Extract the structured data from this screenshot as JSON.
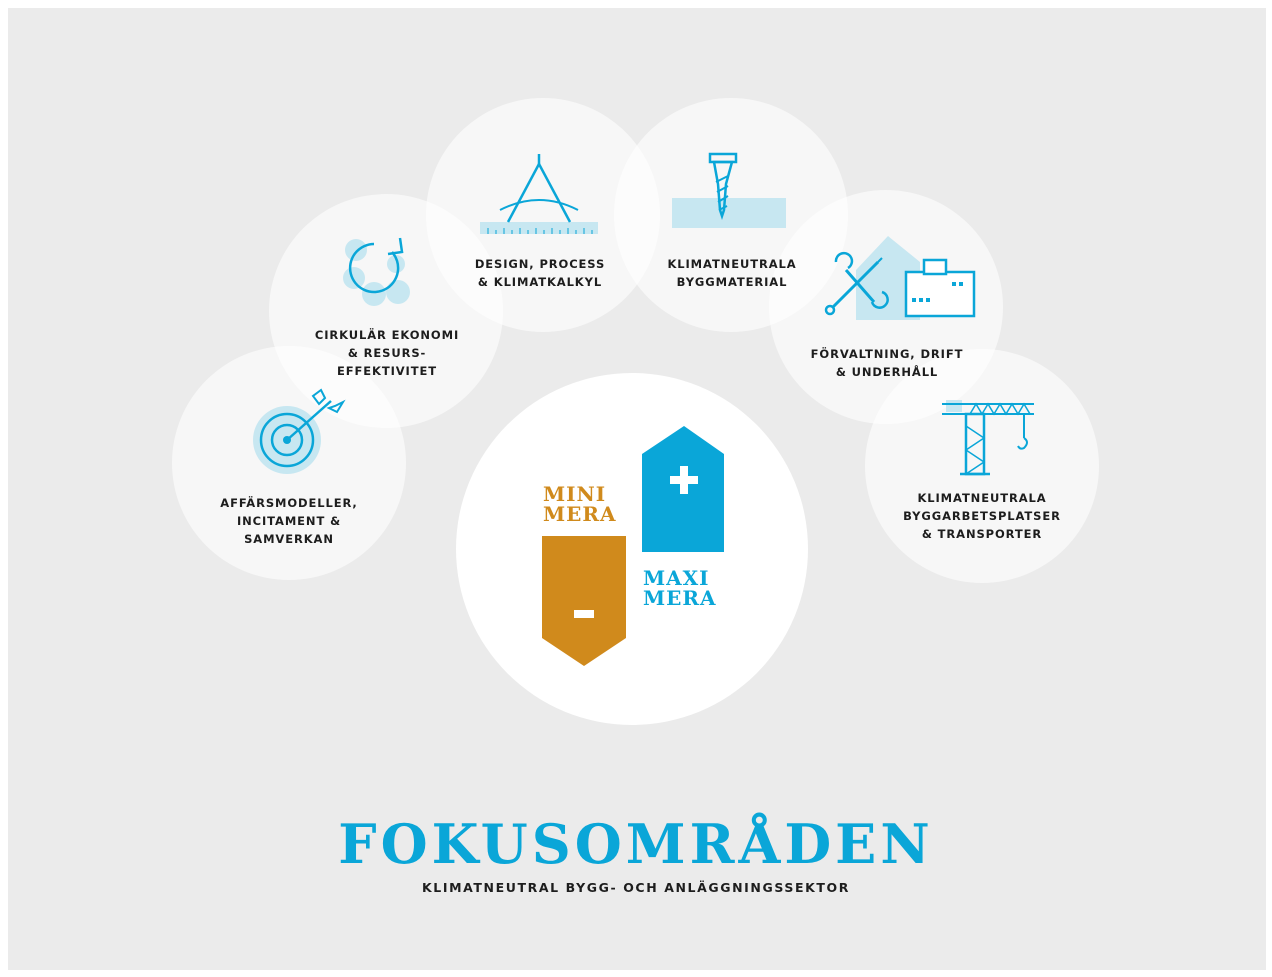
{
  "colors": {
    "background": "#ebebeb",
    "bubble": "#ffffff",
    "blue": "#0aa6d8",
    "light_blue": "#c7e7f1",
    "orange": "#d08a1c",
    "text": "#1d1d1d"
  },
  "focus_areas": [
    {
      "icon": "target-icon",
      "lines": [
        "AFFÄRSMODELLER,",
        "INCITAMENT &",
        "SAMVERKAN"
      ]
    },
    {
      "icon": "circular-arrow-icon",
      "lines": [
        "CIRKULÄR EKONOMI",
        "& RESURS-",
        "EFFEKTIVITET"
      ]
    },
    {
      "icon": "compass-icon",
      "lines": [
        "DESIGN, PROCESS",
        "& KLIMATKALKYL"
      ]
    },
    {
      "icon": "screw-icon",
      "lines": [
        "KLIMATNEUTRALA",
        "BYGGMATERIAL"
      ]
    },
    {
      "icon": "tools-building-icon",
      "lines": [
        "FÖRVALTNING, DRIFT",
        "& UNDERHÅLL"
      ]
    },
    {
      "icon": "crane-icon",
      "lines": [
        "KLIMATNEUTRALA",
        "BYGGARBETSPLATSER",
        "& TRANSPORTER"
      ]
    }
  ],
  "logo": {
    "mini": [
      "MINI",
      "MERA"
    ],
    "maxi": [
      "MAXI",
      "MERA"
    ]
  },
  "title": "FOKUSOMRÅDEN",
  "subtitle": "KLIMATNEUTRAL BYGG- OCH ANLÄGGNINGSSEKTOR"
}
